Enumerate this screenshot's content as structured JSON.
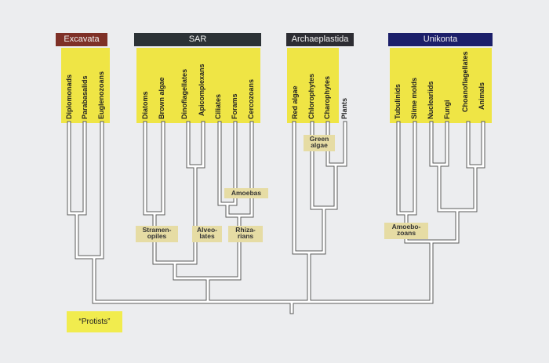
{
  "colors": {
    "background": "#ecedef",
    "label_box": "#efe545",
    "clade_tag": "#e6dca4",
    "line": "#ffffff",
    "line_outline": "#5a5a5a",
    "excavata_header": "#7e3027",
    "sar_header": "#2c3236",
    "archaeplastida_header": "#2d2d33",
    "unikonta_header": "#1c1f6a"
  },
  "groups": {
    "excavata": "Excavata",
    "sar": "SAR",
    "archaeplastida": "Archaeplastida",
    "unikonta": "Unikonta"
  },
  "taxa": [
    "Diplomonads",
    "Parabasalids",
    "Euglenozoans",
    "Diatoms",
    "Brown algae",
    "Dinoflagellates",
    "Apicomplexans",
    "Ciliates",
    "Forams",
    "Cercozoans",
    "Red algae",
    "Chlorophytes",
    "Charophytes",
    "Plants",
    "Tubulinids",
    "Slime molds",
    "Nucleariids",
    "Fungi",
    "Choanoflagellates",
    "Animals"
  ],
  "clades": {
    "amoebas": "Amoebas",
    "stramenopiles": [
      "Stramen-",
      "opiles"
    ],
    "alveolates": [
      "Alveo-",
      "lates"
    ],
    "rhizarians": [
      "Rhiza-",
      "rians"
    ],
    "green_algae": [
      "Green",
      "algae"
    ],
    "amoebozoans": [
      "Amoebo-",
      "zoans"
    ]
  },
  "protists": "“Protists”"
}
